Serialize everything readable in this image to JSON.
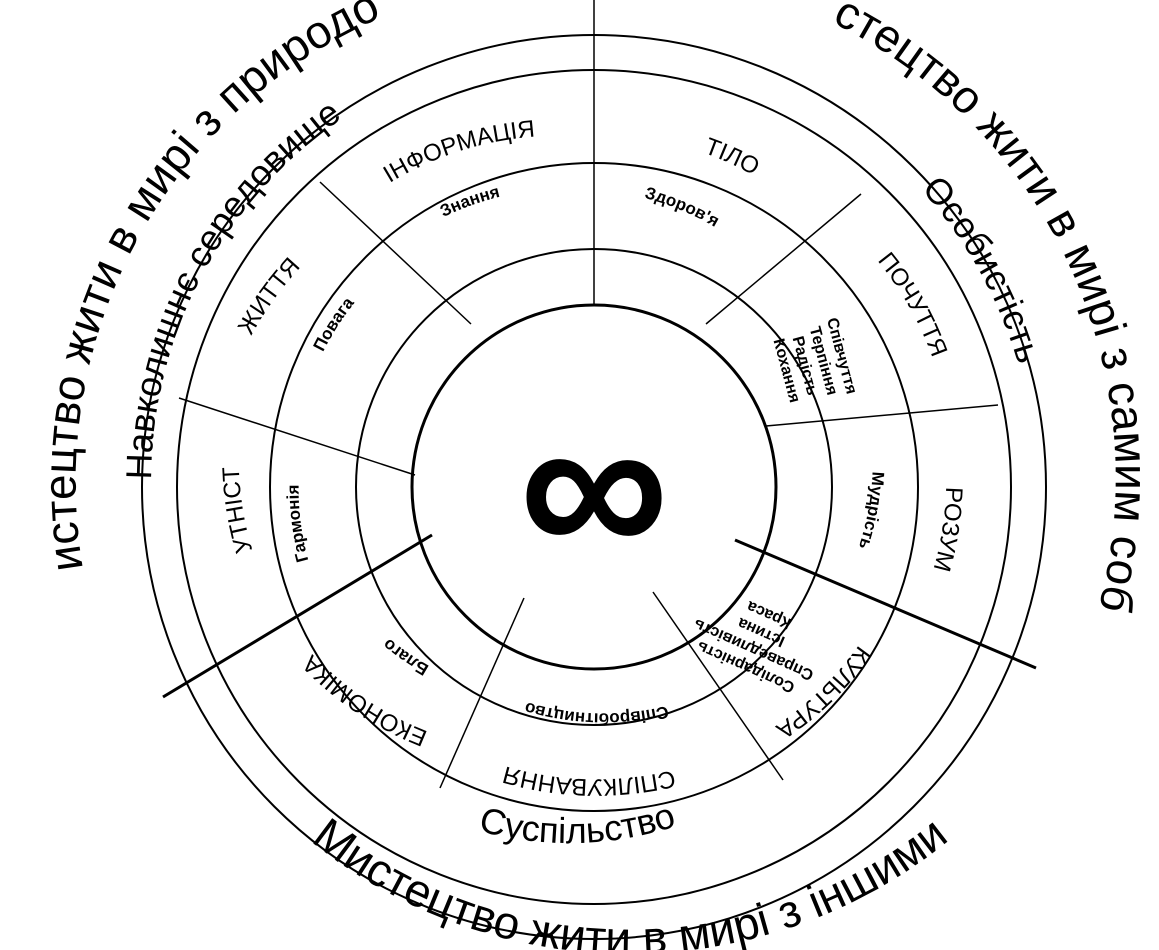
{
  "center": {
    "symbol": "∞"
  },
  "outer_arcs": [
    {
      "id": "outer-nature",
      "text": "Мистецтво жити в мирі з природою"
    },
    {
      "id": "outer-self",
      "text": "Мистецтво жити в мирі з самим собою"
    },
    {
      "id": "outer-others",
      "text": "Мистецтво жити в мирі з іншими"
    }
  ],
  "domains": [
    {
      "id": "domain-environment",
      "text": "Навколишнє середовище"
    },
    {
      "id": "domain-personality",
      "text": "Особистість"
    },
    {
      "id": "domain-society",
      "text": "Суспільство"
    }
  ],
  "categories": [
    {
      "id": "cat-info",
      "text": "ІНФОРМАЦІЯ"
    },
    {
      "id": "cat-body",
      "text": "ТІЛО"
    },
    {
      "id": "cat-feelings",
      "text": "ПОЧУТТЯ"
    },
    {
      "id": "cat-mind",
      "text": "РОЗУМ"
    },
    {
      "id": "cat-culture",
      "text": "КУЛЬТУРА"
    },
    {
      "id": "cat-communication",
      "text": "СПІЛКУВАННЯ"
    },
    {
      "id": "cat-economy",
      "text": "ЕКОНОМІКА"
    },
    {
      "id": "cat-essence",
      "text": "СУТНІСТЬ"
    },
    {
      "id": "cat-life",
      "text": "ЖИТТЯ"
    }
  ],
  "values": [
    {
      "id": "val-knowledge",
      "text": "Знання"
    },
    {
      "id": "val-health",
      "text": "Здоров'я"
    },
    {
      "id": "val-wisdom",
      "text": "Мудрість"
    },
    {
      "id": "val-cooperation",
      "text": "Співробітництво"
    },
    {
      "id": "val-wellbeing",
      "text": "Благо"
    },
    {
      "id": "val-harmony",
      "text": "Гармонія"
    },
    {
      "id": "val-respect",
      "text": "Повага"
    }
  ],
  "feelings": [
    "Співчуття",
    "Терпіння",
    "Радість",
    "Кохання"
  ],
  "culture_values": [
    "Солідарність",
    "Справедливість",
    "Істина",
    "Краса"
  ]
}
